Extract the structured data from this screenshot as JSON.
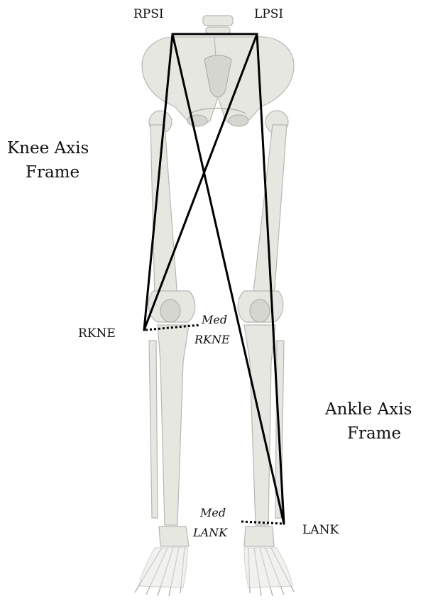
{
  "markers": {
    "rpsi": "RPSI",
    "lpsi": "LPSI",
    "rkne": "RKNE",
    "med_rkne_1": "Med",
    "med_rkne_2": "RKNE",
    "med_lank_1": "Med",
    "med_lank_2": "LANK",
    "lank": "LANK"
  },
  "frames": {
    "knee_1": "Knee Axis",
    "knee_2": "Frame",
    "ankle_1": "Ankle Axis",
    "ankle_2": "Frame"
  },
  "colors": {
    "line": "#000000",
    "bone": "#e7e7e2"
  }
}
